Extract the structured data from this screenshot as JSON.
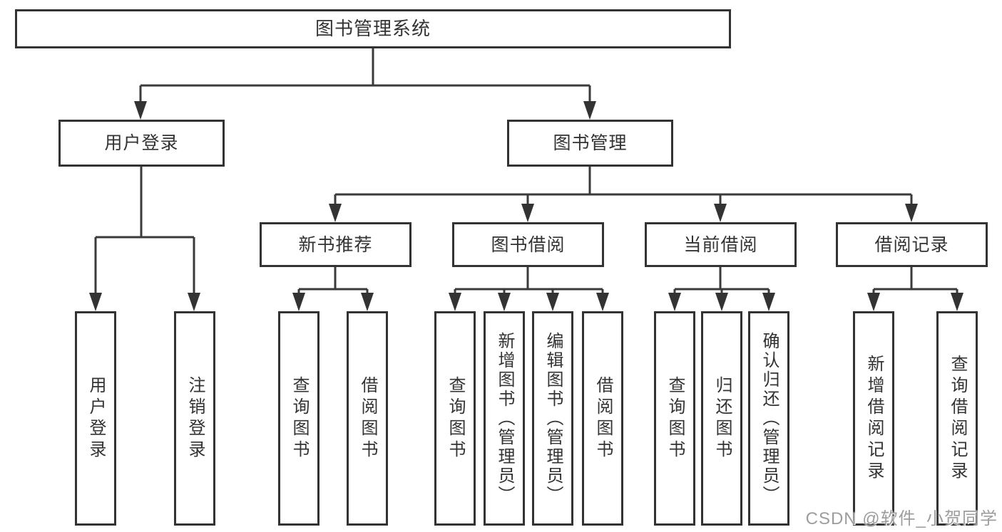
{
  "root": {
    "label": "图书管理系统"
  },
  "branches": {
    "user_login": {
      "label": "用户登录",
      "children": [
        {
          "label": "用户登录"
        },
        {
          "label": "注销登录"
        }
      ]
    },
    "book_mgmt": {
      "label": "图书管理",
      "groups": [
        {
          "label": "新书推荐",
          "children": [
            {
              "label": "查询图书"
            },
            {
              "label": "借阅图书"
            }
          ]
        },
        {
          "label": "图书借阅",
          "children": [
            {
              "label": "查询图书"
            },
            {
              "label": "新增图书（管理员）"
            },
            {
              "label": "编辑图书（管理员）"
            },
            {
              "label": "借阅图书"
            }
          ]
        },
        {
          "label": "当前借阅",
          "children": [
            {
              "label": "查询图书"
            },
            {
              "label": "归还图书"
            },
            {
              "label": "确认归还（管理员）"
            }
          ]
        },
        {
          "label": "借阅记录",
          "children": [
            {
              "label": "新增借阅记录"
            },
            {
              "label": "查询借阅记录"
            }
          ]
        }
      ]
    }
  },
  "watermark": "CSDN @软件_小贺同学",
  "colors": {
    "line": "#3a3a3a",
    "box_border": "#333333",
    "text": "#333333",
    "watermark": "#9d9d9d",
    "background": "#ffffff"
  }
}
